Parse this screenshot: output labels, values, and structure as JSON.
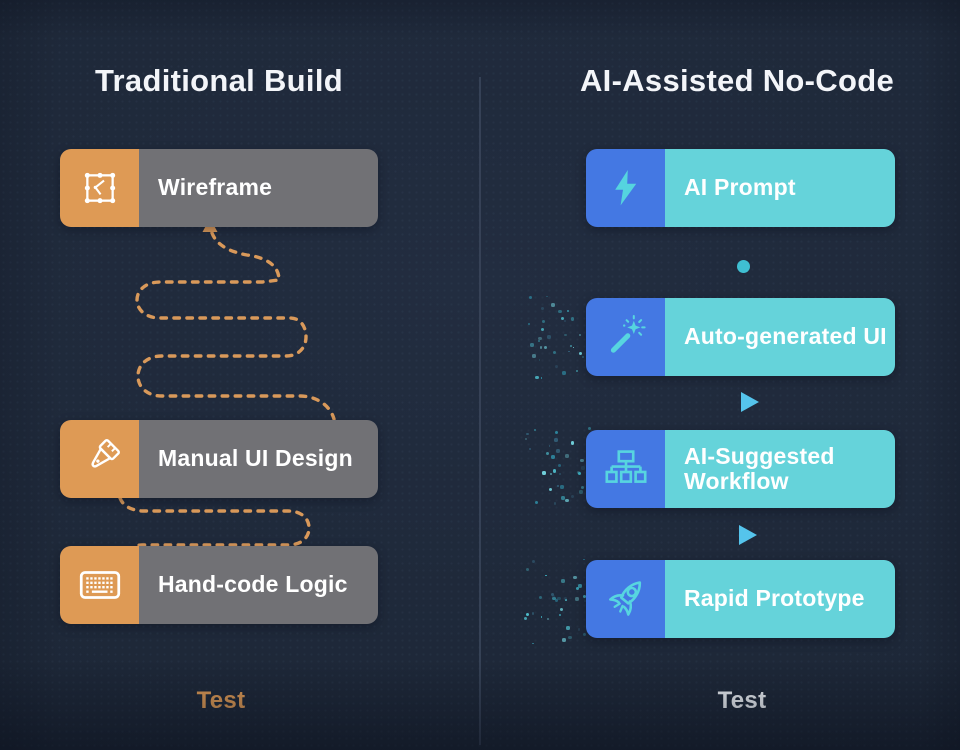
{
  "left_column": {
    "title": "Traditional Build",
    "steps": [
      {
        "label": "Wireframe",
        "icon": "wireframe-artboard-icon"
      },
      {
        "label": "Manual UI Design",
        "icon": "paintbrush-icon"
      },
      {
        "label": "Hand-code Logic",
        "icon": "keyboard-icon"
      }
    ],
    "footer_label": "Test"
  },
  "right_column": {
    "title": "AI-Assisted No-Code",
    "steps": [
      {
        "label": "AI Prompt",
        "icon": "lightning-bolt-icon"
      },
      {
        "label": "Auto-generated UI",
        "icon": "magic-wand-icon"
      },
      {
        "label": "AI-Suggested Workflow",
        "icon": "workflow-sitemap-icon"
      },
      {
        "label": "Rapid Prototype",
        "icon": "rocket-icon"
      }
    ],
    "footer_label": "Test"
  },
  "colors": {
    "background": "#1D2737",
    "title_text": "#F3F5F9",
    "card_text": "#FFFFFF",
    "left_accent": "#DE9A55",
    "left_card_body": "#717175",
    "right_icon_box": "#4478E3",
    "right_card_body": "#65D3DA",
    "path_dashed": "#D9995A",
    "arrow_cyan": "#56C6EE",
    "connector_dot": "#3FBFD2",
    "divider": "#39455A"
  }
}
